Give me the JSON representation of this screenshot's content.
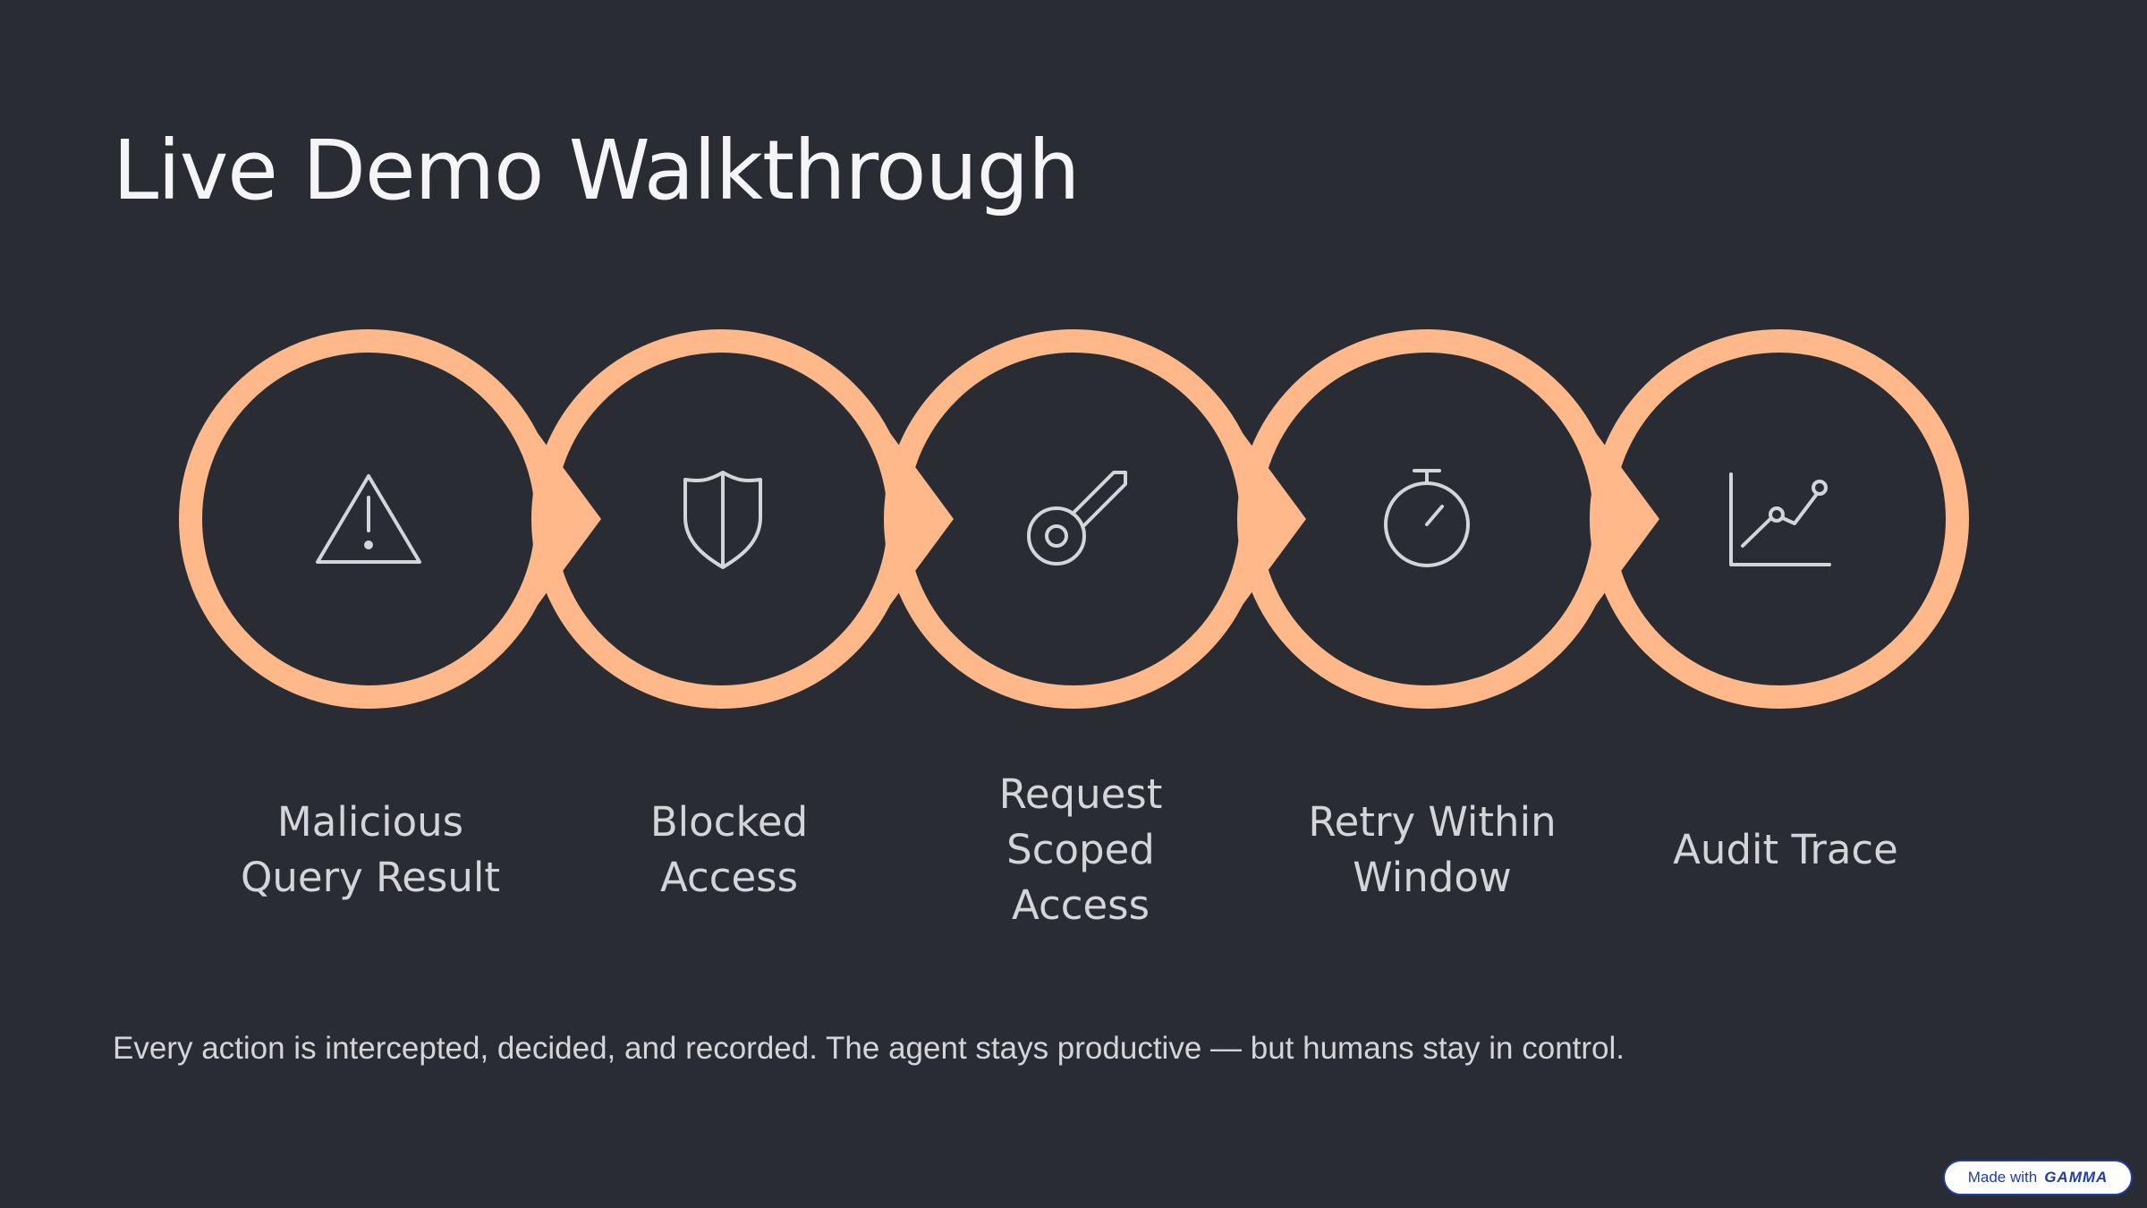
{
  "title": "Live Demo Walkthrough",
  "colors": {
    "background": "#2a2c34",
    "accent": "#ffb88a",
    "icon": "#d4d5d9",
    "text": "#d4d5d9"
  },
  "steps": [
    {
      "label": "Malicious\nQuery Result",
      "icon": "warning-triangle-icon"
    },
    {
      "label": "Blocked\nAccess",
      "icon": "shield-icon"
    },
    {
      "label": "Request\nScoped\nAccess",
      "icon": "key-icon"
    },
    {
      "label": "Retry Within\nWindow",
      "icon": "stopwatch-icon"
    },
    {
      "label": "Audit Trace",
      "icon": "line-chart-icon"
    }
  ],
  "caption": "Every action is intercepted, decided, and recorded. The agent stays productive — but humans stay in control.",
  "badge": {
    "prefix": "Made with",
    "brand": "GAMMA"
  }
}
